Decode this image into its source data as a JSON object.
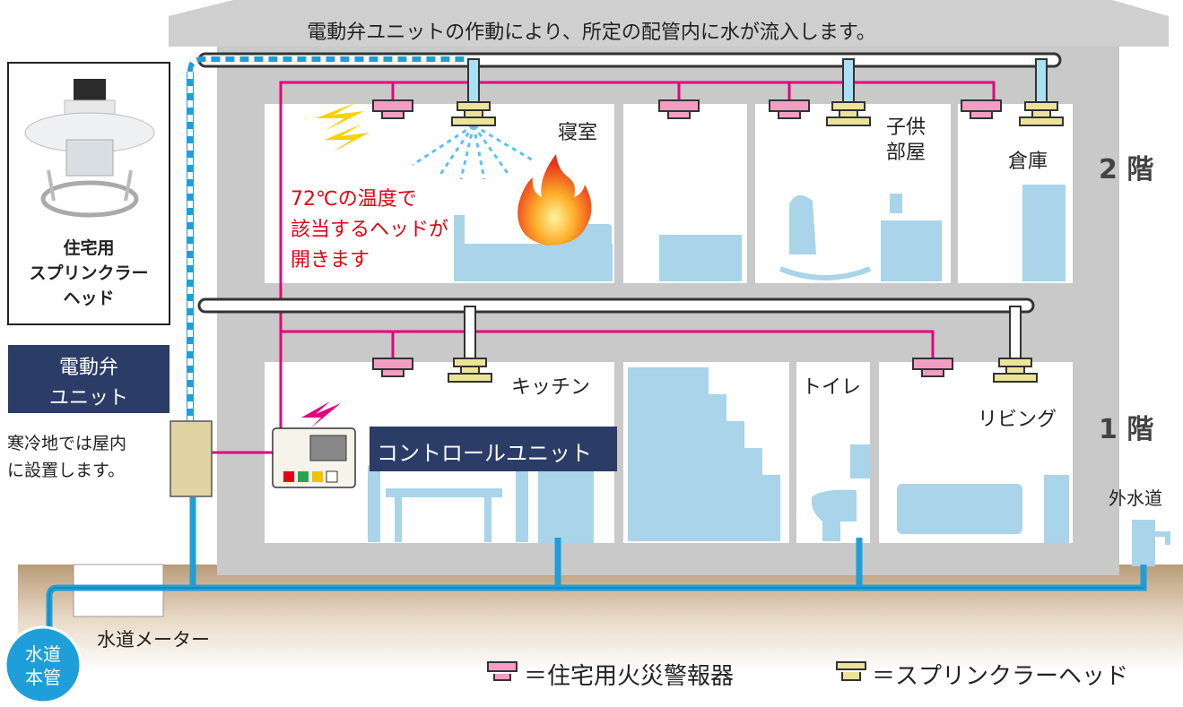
{
  "banner": "電動弁ユニットの作動により、所定の配管内に水が流入します。",
  "head_caption": [
    "住宅用",
    "スプリンクラー",
    "ヘッド"
  ],
  "valve_label": [
    "電動弁",
    "ユニット"
  ],
  "valve_note": [
    "寒冷地では屋内",
    "に設置します。"
  ],
  "control_unit": "コントロールユニット",
  "fire_note": [
    "72℃の温度で",
    "該当するヘッドが",
    "開きます"
  ],
  "rooms": {
    "bedroom": "寝室",
    "kids": [
      "子供",
      "部屋"
    ],
    "storage": "倉庫",
    "kitchen": "キッチン",
    "toilet": "トイレ",
    "living": "リビング"
  },
  "floors": {
    "second": "2 階",
    "first": "1 階"
  },
  "outdoor_tap": "外水道",
  "meter": "水道メーター",
  "main_pipe": [
    "水道",
    "本管"
  ],
  "legend": {
    "alarm": "＝住宅用火災警報器",
    "sprinkler": "＝スプリンクラーヘッド"
  },
  "colors": {
    "water": "#1e9fd9",
    "wire": "#e5007f",
    "alarm": "#f29ec4",
    "sprinkler": "#ece39a",
    "navy": "#2b3c66",
    "wall": "#c8c8c8",
    "room_fill": "#a9d4ea",
    "fire_text": "#e60012"
  }
}
